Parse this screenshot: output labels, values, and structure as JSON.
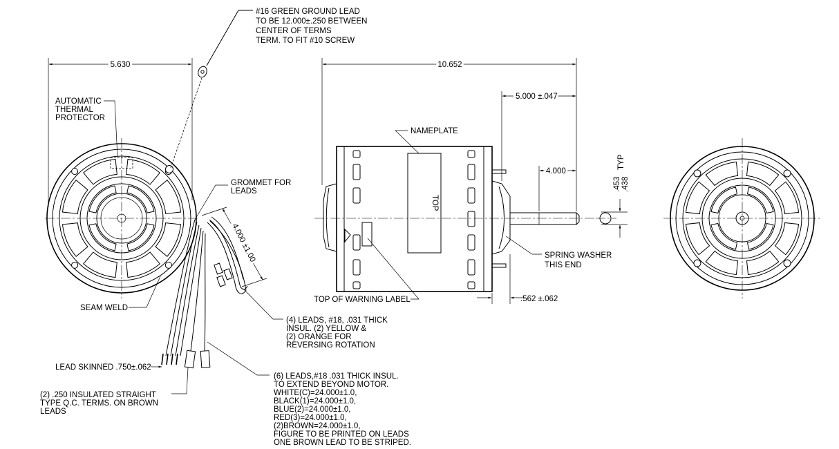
{
  "callouts": {
    "ground_lead": [
      "#16 GREEN GROUND LEAD",
      "TO BE 12.000±.250 BETWEEN",
      "CENTER OF TERMS",
      "TERM. TO FIT #10 SCREW"
    ],
    "thermal_protector": [
      "AUTOMATIC",
      "THERMAL",
      "PROTECTOR"
    ],
    "grommet": [
      "GROMMET FOR",
      "LEADS"
    ],
    "seam_weld": "SEAM WELD",
    "lead_skinned": "LEAD SKINNED .750±.062",
    "qc_terms": [
      "(2) .250 INSULATED STRAIGHT",
      "TYPE Q.C. TERMS. ON BROWN",
      "LEADS"
    ],
    "leads_4": [
      "(4) LEADS, #18, .031 THICK",
      "INSUL. (2) YELLOW &",
      "(2) ORANGE FOR",
      "REVERSING ROTATION"
    ],
    "leads_6": [
      "(6) LEADS,#18 .031 THICK INSUL.",
      "TO EXTEND BEYOND MOTOR.",
      "WHITE(C)=24.000±1.0,",
      "BLACK(1)=24.000±1.0,",
      "BLUE(2)=24.000±1.0,",
      "RED(3)=24.000±1.0,",
      "(2)BROWN=24.000±1.0,",
      "FIGURE TO BE PRINTED ON LEADS",
      "ONE BROWN LEAD TO BE STRIPED."
    ],
    "nameplate": "NAMEPLATE",
    "nameplate_top": "TOP",
    "warning_label": "TOP OF WARNING LABEL",
    "spring_washer": [
      "SPRING WASHER",
      "THIS END"
    ]
  },
  "dimensions": {
    "end_view_width": "5.630",
    "overall_length": "10.652",
    "shaft_length": "5.000 ±.047",
    "shaft_flat": "4.000",
    "shaft_dia_max": ".453",
    "shaft_dia_min": ".438",
    "shaft_dia_note": "TYP",
    "lead_length": "4.000 ±1.00",
    "washer_gap": ".562 ±.062"
  }
}
